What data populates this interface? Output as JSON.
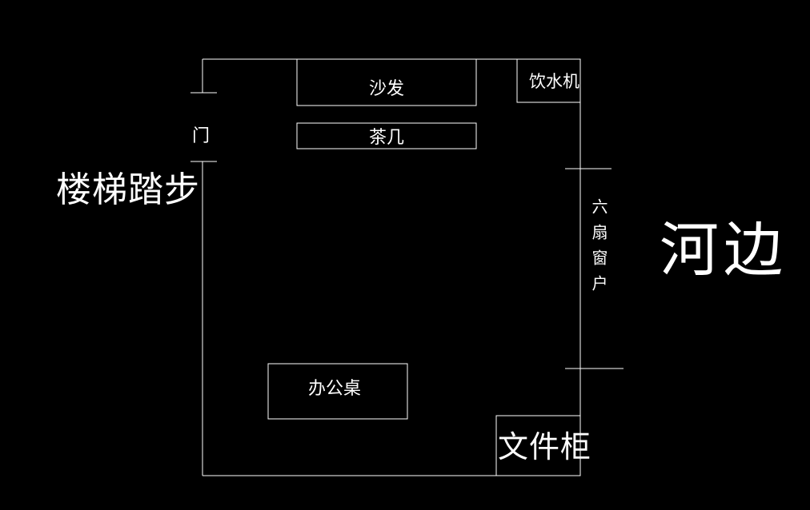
{
  "labels": {
    "door": "门",
    "stairs": "楼梯踏步",
    "sofa": "沙发",
    "tea_table": "茶几",
    "water_dispenser": "饮水机",
    "window": "六扇窗户",
    "riverside": "河边",
    "desk": "办公桌",
    "file_cabinet": "文件柜"
  },
  "colors": {
    "background": "#000000",
    "lines": "#ffffff"
  }
}
